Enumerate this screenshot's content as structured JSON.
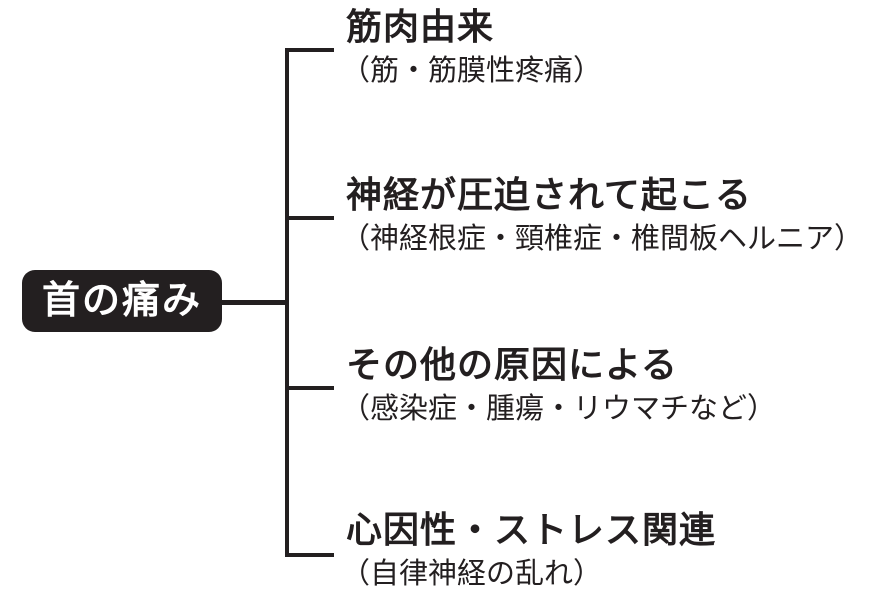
{
  "diagram": {
    "root_label": "首の痛み",
    "branches": [
      {
        "title": "筋肉由来",
        "subtitle": "（筋・筋膜性疼痛）"
      },
      {
        "title": "神経が圧迫されて起こる",
        "subtitle": "（神経根症・頸椎症・椎間板ヘルニア）"
      },
      {
        "title": "その他の原因による",
        "subtitle": "（感染症・腫瘍・リウマチなど）"
      },
      {
        "title": "心因性・ストレス関連",
        "subtitle": "（自律神経の乱れ）"
      }
    ],
    "colors": {
      "ink": "#231f20",
      "background": "#ffffff",
      "root_text": "#ffffff"
    }
  }
}
